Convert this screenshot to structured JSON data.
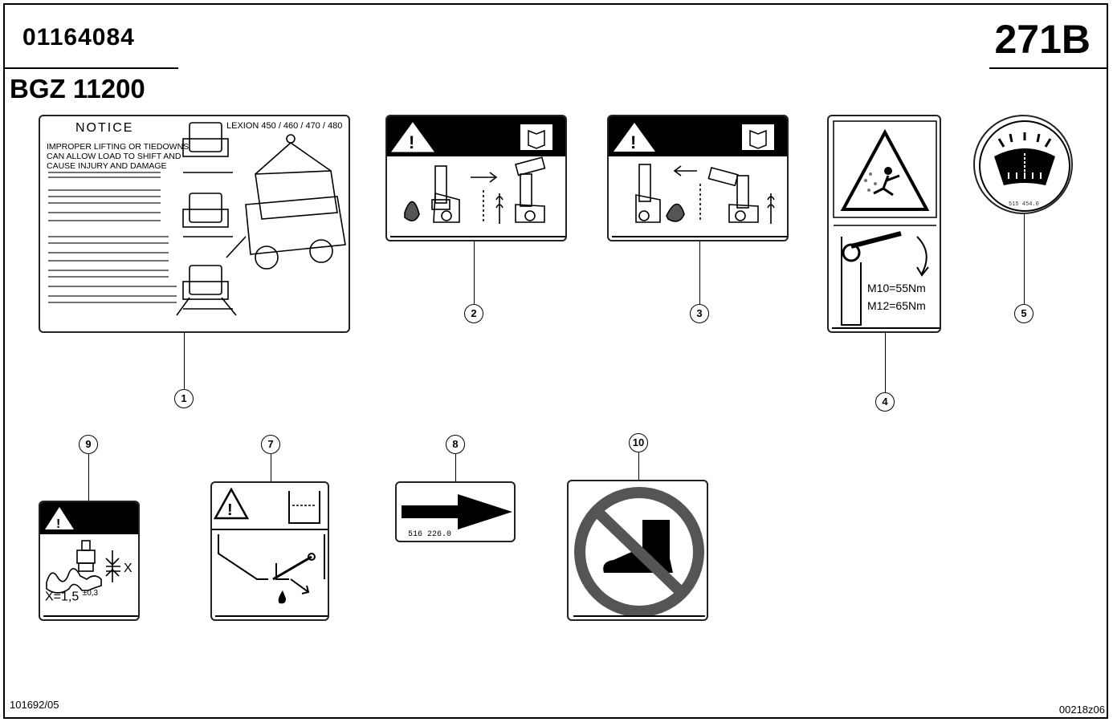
{
  "header": {
    "part_number": "01164084",
    "group_code": "271B",
    "subassembly": "BGZ 11200"
  },
  "footer": {
    "left_code": "101692/05",
    "right_code": "00218z06"
  },
  "callouts": [
    "1",
    "2",
    "3",
    "4",
    "5",
    "7",
    "8",
    "9",
    "10"
  ],
  "decals": {
    "notice": {
      "title": "NOTICE",
      "model": "LEXION 450 / 460 / 470 / 480",
      "warning_l1": "IMPROPER LIFTING OR TIEDOWNS",
      "warning_l2": "CAN ALLOW LOAD TO SHIFT AND",
      "warning_l3": "CAUSE INJURY AND DAMAGE"
    },
    "torque": {
      "m10": "M10=55Nm",
      "m12": "M12=65Nm"
    },
    "washer": {
      "code": "515 454.0"
    },
    "gap": {
      "formula": "X=1,5",
      "tol": "±0,3",
      "x_label": "X"
    },
    "arrow": {
      "code": "516 226.0"
    }
  },
  "colors": {
    "ink": "#000000",
    "paper": "#ffffff"
  }
}
